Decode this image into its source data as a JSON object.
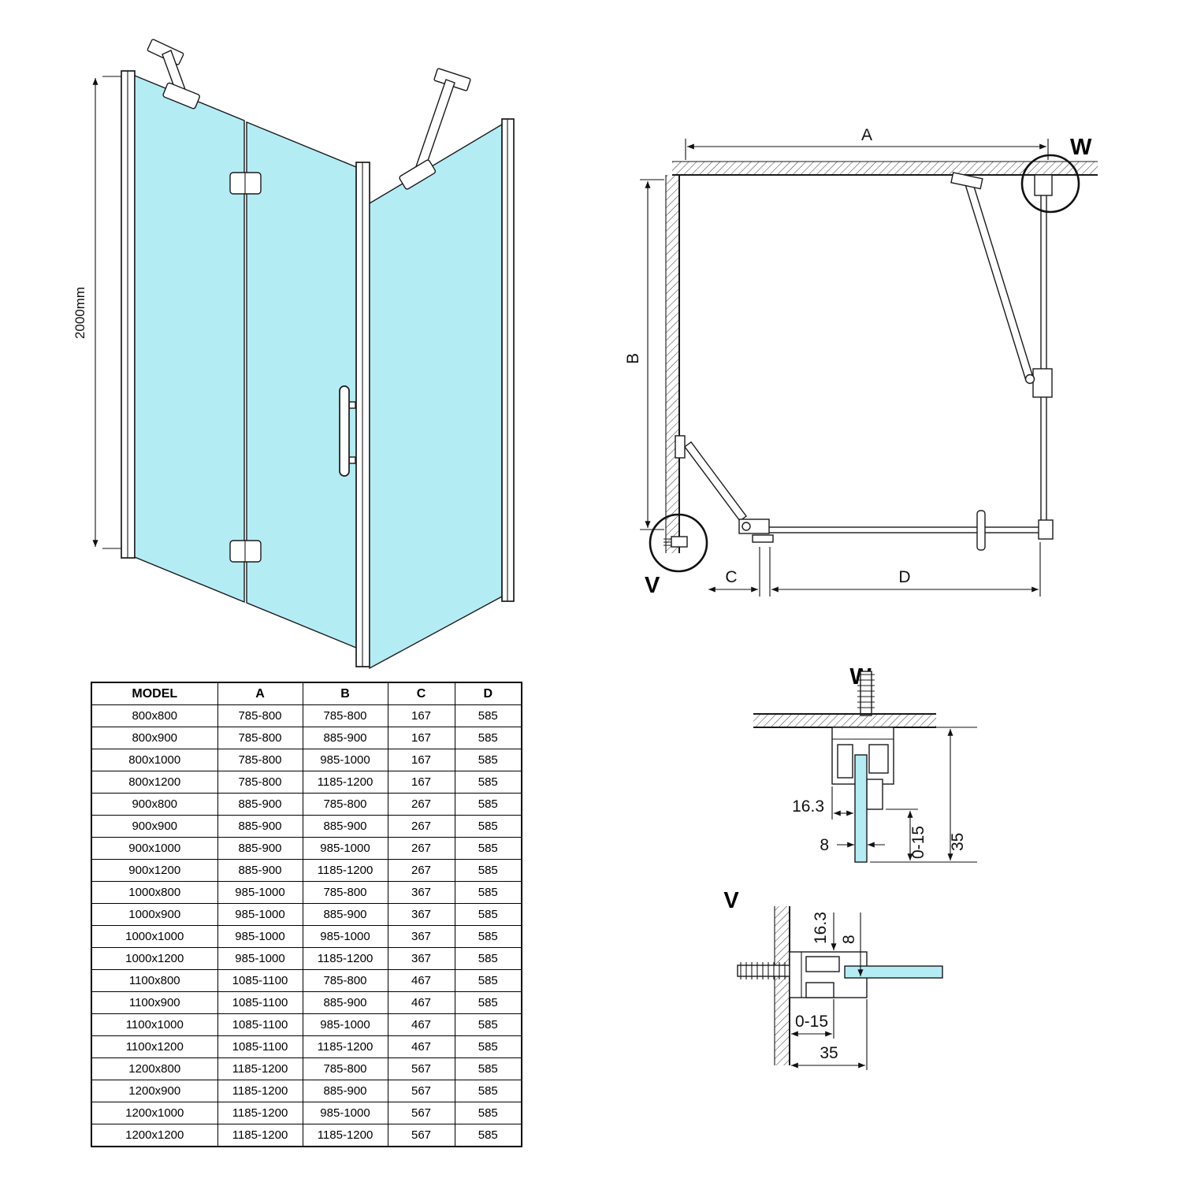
{
  "colors": {
    "glass": "#b4ecf4",
    "line": "#1a1a1a"
  },
  "iso_view": {
    "height_label": "2000mm"
  },
  "plan_view": {
    "dim_a_label": "A",
    "dim_b_label": "B",
    "dim_c_label": "C",
    "dim_d_label": "D",
    "detail_w_label": "W",
    "detail_v_label": "V"
  },
  "detail_w": {
    "title": "W",
    "dim_offset": "16.3",
    "dim_glass": "8",
    "dim_adjust": "0-15",
    "dim_profile": "35"
  },
  "detail_v": {
    "title": "V",
    "dim_offset": "16.3",
    "dim_glass": "8",
    "dim_adjust": "0-15",
    "dim_profile": "35"
  },
  "table": {
    "headers": [
      "MODEL",
      "A",
      "B",
      "C",
      "D"
    ],
    "rows": [
      [
        "800x800",
        "785-800",
        "785-800",
        "167",
        "585"
      ],
      [
        "800x900",
        "785-800",
        "885-900",
        "167",
        "585"
      ],
      [
        "800x1000",
        "785-800",
        "985-1000",
        "167",
        "585"
      ],
      [
        "800x1200",
        "785-800",
        "1185-1200",
        "167",
        "585"
      ],
      [
        "900x800",
        "885-900",
        "785-800",
        "267",
        "585"
      ],
      [
        "900x900",
        "885-900",
        "885-900",
        "267",
        "585"
      ],
      [
        "900x1000",
        "885-900",
        "985-1000",
        "267",
        "585"
      ],
      [
        "900x1200",
        "885-900",
        "1185-1200",
        "267",
        "585"
      ],
      [
        "1000x800",
        "985-1000",
        "785-800",
        "367",
        "585"
      ],
      [
        "1000x900",
        "985-1000",
        "885-900",
        "367",
        "585"
      ],
      [
        "1000x1000",
        "985-1000",
        "985-1000",
        "367",
        "585"
      ],
      [
        "1000x1200",
        "985-1000",
        "1185-1200",
        "367",
        "585"
      ],
      [
        "1100x800",
        "1085-1100",
        "785-800",
        "467",
        "585"
      ],
      [
        "1100x900",
        "1085-1100",
        "885-900",
        "467",
        "585"
      ],
      [
        "1100x1000",
        "1085-1100",
        "985-1000",
        "467",
        "585"
      ],
      [
        "1100x1200",
        "1085-1100",
        "1185-1200",
        "467",
        "585"
      ],
      [
        "1200x800",
        "1185-1200",
        "785-800",
        "567",
        "585"
      ],
      [
        "1200x900",
        "1185-1200",
        "885-900",
        "567",
        "585"
      ],
      [
        "1200x1000",
        "1185-1200",
        "985-1000",
        "567",
        "585"
      ],
      [
        "1200x1200",
        "1185-1200",
        "1185-1200",
        "567",
        "585"
      ]
    ]
  }
}
